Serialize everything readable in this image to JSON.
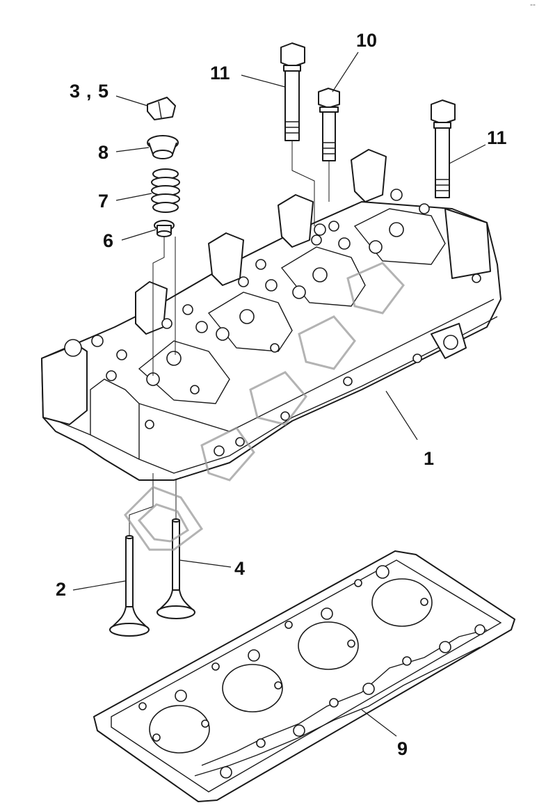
{
  "corner_mark": "--",
  "callouts": {
    "c1": "1",
    "c2": "2",
    "c3": "3",
    "c3_sep": ",",
    "c5": "5",
    "c4": "4",
    "c6": "6",
    "c7": "7",
    "c8": "8",
    "c9": "9",
    "c10": "10",
    "c11_left": "11",
    "c11_right": "11"
  },
  "watermark": {
    "color": "#9a9a9a"
  }
}
